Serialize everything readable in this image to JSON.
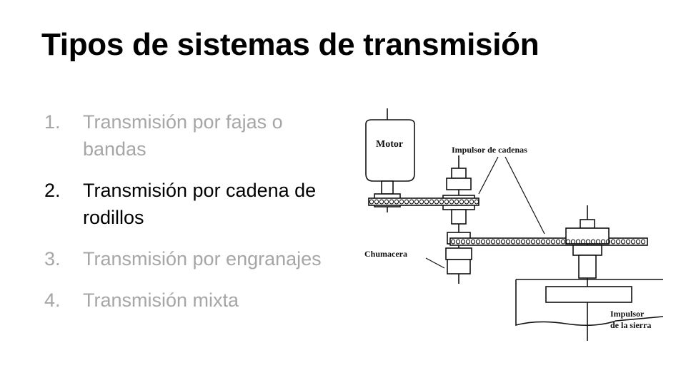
{
  "slide": {
    "title": "Tipos de sistemas de transmisión",
    "items": [
      {
        "number": "1.",
        "text": "Transmisión por fajas o bandas",
        "state": "dim"
      },
      {
        "number": "2.",
        "text": "Transmisión por cadena de rodillos",
        "state": "active"
      },
      {
        "number": "3.",
        "text": "Transmisión por engranajes",
        "state": "dim"
      },
      {
        "number": "4.",
        "text": "Transmisión mixta",
        "state": "dim"
      }
    ],
    "colors": {
      "active_text": "#000000",
      "dim_text": "#a6a6a6"
    }
  },
  "figure": {
    "labels": {
      "motor": "Motor",
      "chain_sprockets": "Impulsor de cadenas",
      "bearing": "Chumacera",
      "saw_drive_line1": "Impulsor",
      "saw_drive_line2": "de la sierra"
    }
  }
}
